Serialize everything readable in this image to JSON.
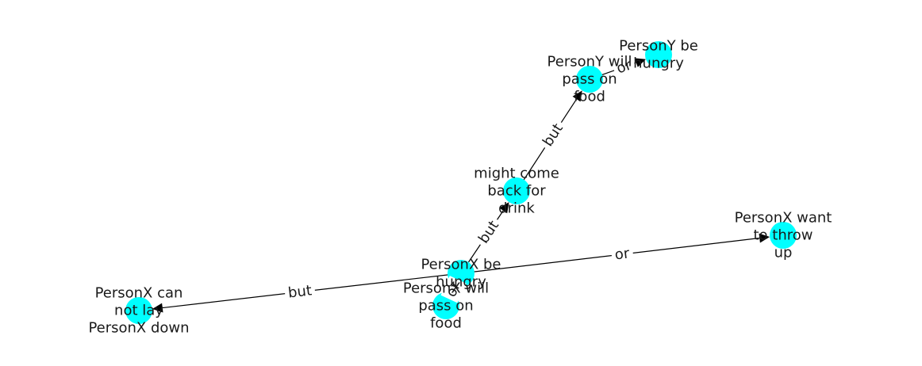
{
  "graph": {
    "node_color": "#00ffff",
    "edge_color": "#000000",
    "text_color": "#1a1a1a",
    "nodes": [
      {
        "id": "n1",
        "lines": [
          "PersonY be",
          "hungry"
        ]
      },
      {
        "id": "n2",
        "lines": [
          "PersonY will",
          "pass on",
          "food"
        ]
      },
      {
        "id": "n3",
        "lines": [
          "might come",
          "back for",
          "drink"
        ]
      },
      {
        "id": "n4",
        "lines": [
          "PersonX want",
          "to throw",
          "up"
        ]
      },
      {
        "id": "n5",
        "lines": [
          "PersonX be",
          "hungry"
        ]
      },
      {
        "id": "n6",
        "lines": [
          "PersonX will",
          "pass on",
          "food"
        ]
      },
      {
        "id": "n7",
        "lines": [
          "PersonX can",
          "not lay",
          "PersonX down"
        ]
      }
    ],
    "edges": [
      {
        "source": "n2",
        "target": "n1",
        "label": "or"
      },
      {
        "source": "n3",
        "target": "n2",
        "label": "but"
      },
      {
        "source": "n5",
        "target": "n3",
        "label": "but"
      },
      {
        "source": "n5",
        "target": "n4",
        "label": "or"
      },
      {
        "source": "n5",
        "target": "n7",
        "label": "but"
      },
      {
        "source": "n6",
        "target": "n5",
        "label": "or"
      }
    ]
  }
}
